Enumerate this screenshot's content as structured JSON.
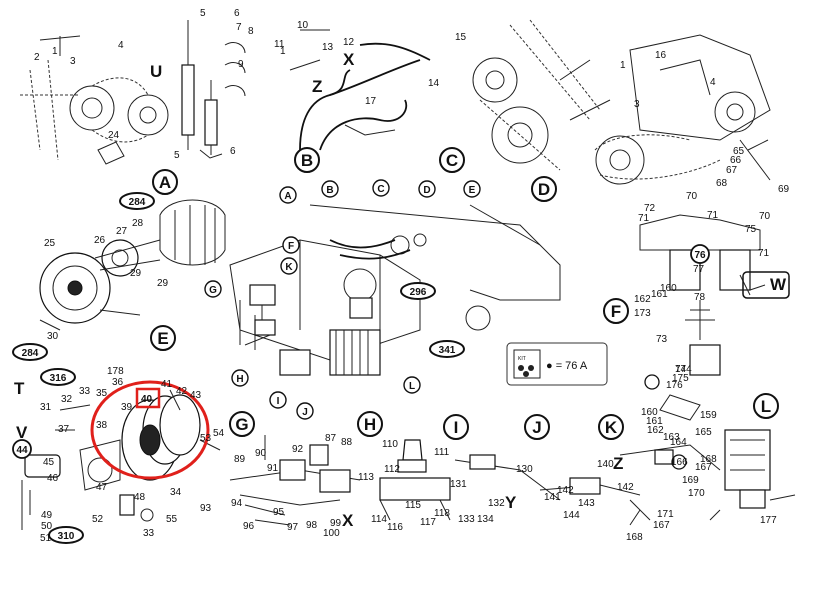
{
  "diagram": {
    "section_letters": [
      "A",
      "B",
      "C",
      "D",
      "E",
      "F",
      "G",
      "H",
      "I",
      "J",
      "K",
      "L"
    ],
    "axis_letters": [
      "T",
      "U",
      "V",
      "W",
      "X",
      "Y",
      "Z"
    ],
    "refs": [
      "284",
      "296",
      "316",
      "341",
      "310"
    ],
    "circled_numbers": [
      "44",
      "76"
    ],
    "highlighted_part": "40",
    "highlight_color": "#e0201b",
    "kit_legend": {
      "icon_label": "KIT",
      "text": "● = 76 A"
    },
    "callouts": [
      "1",
      "2",
      "3",
      "4",
      "5",
      "6",
      "7",
      "8",
      "9",
      "10",
      "11",
      "12",
      "13",
      "14",
      "15",
      "16",
      "17",
      "24",
      "25",
      "26",
      "27",
      "28",
      "29",
      "30",
      "31",
      "32",
      "33",
      "34",
      "35",
      "36",
      "37",
      "38",
      "39",
      "41",
      "42",
      "43",
      "45",
      "46",
      "47",
      "48",
      "49",
      "50",
      "51",
      "52",
      "53",
      "54",
      "55",
      "65",
      "66",
      "67",
      "68",
      "69",
      "70",
      "71",
      "72",
      "73",
      "74",
      "75",
      "77",
      "78",
      "87",
      "88",
      "89",
      "90",
      "91",
      "92",
      "93",
      "94",
      "95",
      "96",
      "97",
      "98",
      "99",
      "100",
      "110",
      "111",
      "112",
      "113",
      "114",
      "115",
      "116",
      "117",
      "118",
      "130",
      "131",
      "132",
      "133",
      "134",
      "140",
      "141",
      "142",
      "143",
      "144",
      "159",
      "160",
      "161",
      "162",
      "163",
      "164",
      "165",
      "166",
      "167",
      "168",
      "169",
      "170",
      "171",
      "173",
      "174",
      "175",
      "176",
      "177",
      "178"
    ]
  }
}
